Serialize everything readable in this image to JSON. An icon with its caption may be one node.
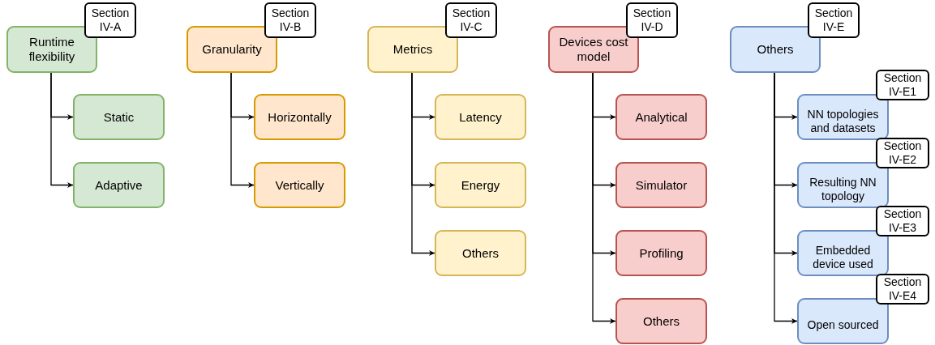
{
  "diagram": {
    "nodes": [
      {
        "text": [
          "Runtime flexibility"
        ]
      },
      {
        "text": [
          "Section IV-A"
        ]
      },
      {
        "text": [
          "Static"
        ]
      },
      {
        "text": [
          "Adaptive"
        ]
      },
      {
        "text": [
          "Granularity"
        ]
      },
      {
        "text": [
          "Section IV-B"
        ]
      },
      {
        "text": [
          "Horizontally"
        ]
      },
      {
        "text": [
          "Vertically"
        ]
      },
      {
        "text": [
          "Metrics"
        ]
      },
      {
        "text": [
          "Section IV-C"
        ]
      },
      {
        "text": [
          "Latency"
        ]
      },
      {
        "text": [
          "Energy"
        ]
      },
      {
        "text": [
          "Others"
        ]
      },
      {
        "text": [
          "Devices cost model"
        ]
      },
      {
        "text": [
          "Section IV-D"
        ]
      },
      {
        "text": [
          "Analytical"
        ]
      },
      {
        "text": [
          "Simulator"
        ]
      },
      {
        "text": [
          "Profiling"
        ]
      },
      {
        "text": [
          "Others"
        ]
      },
      {
        "text": [
          "Others"
        ]
      },
      {
        "text": [
          "Section IV-E"
        ]
      },
      {
        "text": [
          "NN topologies and datasets"
        ]
      },
      {
        "text": [
          "Section IV-E1"
        ]
      },
      {
        "text": [
          "Resulting NN topology"
        ]
      },
      {
        "text": [
          "Section IV-E2"
        ]
      },
      {
        "text": [
          "Embedded device used"
        ]
      },
      {
        "text": [
          "Section IV-E3"
        ]
      },
      {
        "text": [
          "Open sourced"
        ]
      },
      {
        "text": [
          "Section IV-E4"
        ]
      }
    ],
    "edges": [
      {
        "from": 0,
        "to": 2,
        "arrow": "to"
      },
      {
        "from": 0,
        "to": 3,
        "arrow": "to"
      },
      {
        "from": 4,
        "to": 6,
        "arrow": "to"
      },
      {
        "from": 4,
        "to": 7,
        "arrow": "to"
      },
      {
        "from": 8,
        "to": 10,
        "arrow": "to"
      },
      {
        "from": 8,
        "to": 11,
        "arrow": "to"
      },
      {
        "from": 8,
        "to": 12,
        "arrow": "to"
      },
      {
        "from": 13,
        "to": 15,
        "arrow": "to"
      },
      {
        "from": 13,
        "to": 16,
        "arrow": "to"
      },
      {
        "from": 13,
        "to": 17,
        "arrow": "to"
      },
      {
        "from": 13,
        "to": 18,
        "arrow": "to"
      },
      {
        "from": 19,
        "to": 21,
        "arrow": "to"
      },
      {
        "from": 19,
        "to": 23,
        "arrow": "to"
      },
      {
        "from": 19,
        "to": 25,
        "arrow": "to"
      },
      {
        "from": 19,
        "to": 27,
        "arrow": "to"
      }
    ]
  }
}
